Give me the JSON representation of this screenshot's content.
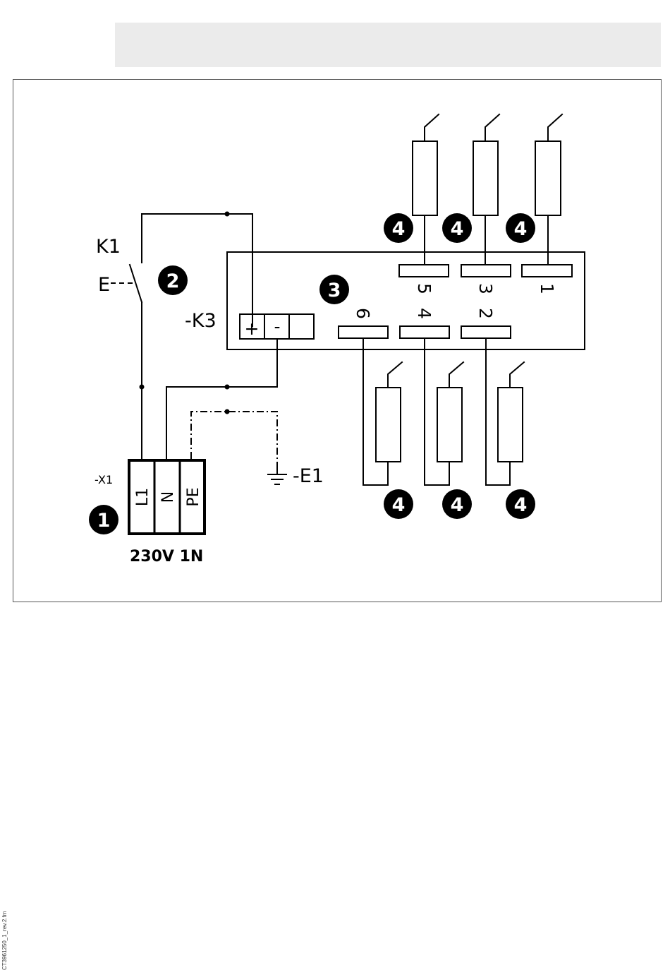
{
  "labels": {
    "k1": "K1",
    "e_switch": "E",
    "k3": "-K3",
    "x1": "-X1",
    "e1": "-E1",
    "supply": "230V 1N",
    "plus": "+",
    "minus": "-"
  },
  "terminals": [
    "L1",
    "N",
    "PE"
  ],
  "heater_contacts": {
    "top": [
      "5",
      "3",
      "1"
    ],
    "bottom": [
      "6",
      "4",
      "2"
    ]
  },
  "callouts": {
    "c1": "1",
    "c2": "2",
    "c3": "3",
    "c4": "4"
  },
  "side_text": "CT3961250_1_rev.2.fm"
}
